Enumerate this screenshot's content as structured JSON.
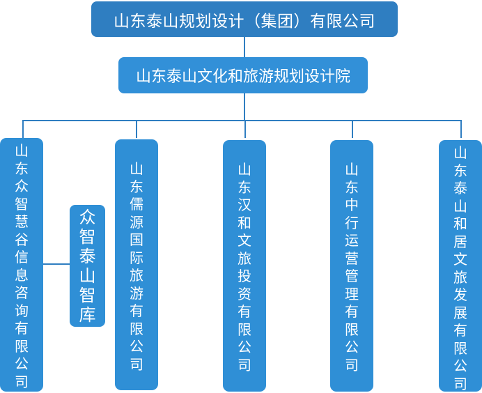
{
  "diagram": {
    "root": {
      "label": "山东泰山规划设计（集团）有限公司"
    },
    "level2": {
      "label": "山东泰山文化和旅游规划设计院"
    },
    "subsidiaries": [
      {
        "label": "山东众智慧谷信息咨询有限公司"
      },
      {
        "label": "山东儒源国际旅游有限公司"
      },
      {
        "label": "山东汉和文旅投资有限公司"
      },
      {
        "label": "山东中行运营管理有限公司"
      },
      {
        "label": "山东泰山和居文旅发展有限公司"
      }
    ],
    "affiliate": {
      "label": "众智泰山智库"
    }
  },
  "colors": {
    "root_fill": "#2f7ec1",
    "node_fill": "#2f8fd6",
    "connector": "#2f7ec1",
    "text": "#ffffff"
  }
}
